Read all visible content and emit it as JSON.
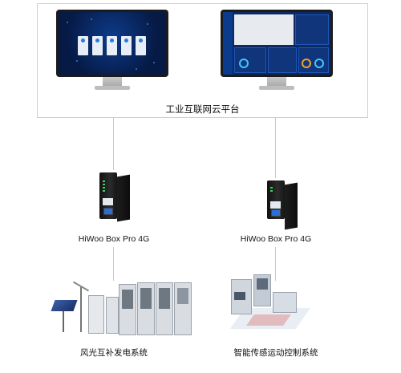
{
  "platform": {
    "label": "工业互联网云平台"
  },
  "gateways": [
    {
      "label": "HiWoo Box Pro 4G"
    },
    {
      "label": "HiWoo Box Pro 4G"
    }
  ],
  "systems": [
    {
      "label": "风光互补发电系统"
    },
    {
      "label": "智能传感运动控制系统"
    }
  ],
  "colors": {
    "connector": "#c9c9c9",
    "platform_border": "#cfcfcf",
    "screen_dark_blue": "#061a45",
    "gateway_port_blue": "#2b6fd6",
    "gateway_led_green": "#3bd15c"
  },
  "icons": [
    "monitor-left",
    "monitor-right",
    "gateway-device-left",
    "gateway-device-right",
    "wind-solar-equipment",
    "motion-control-equipment"
  ]
}
